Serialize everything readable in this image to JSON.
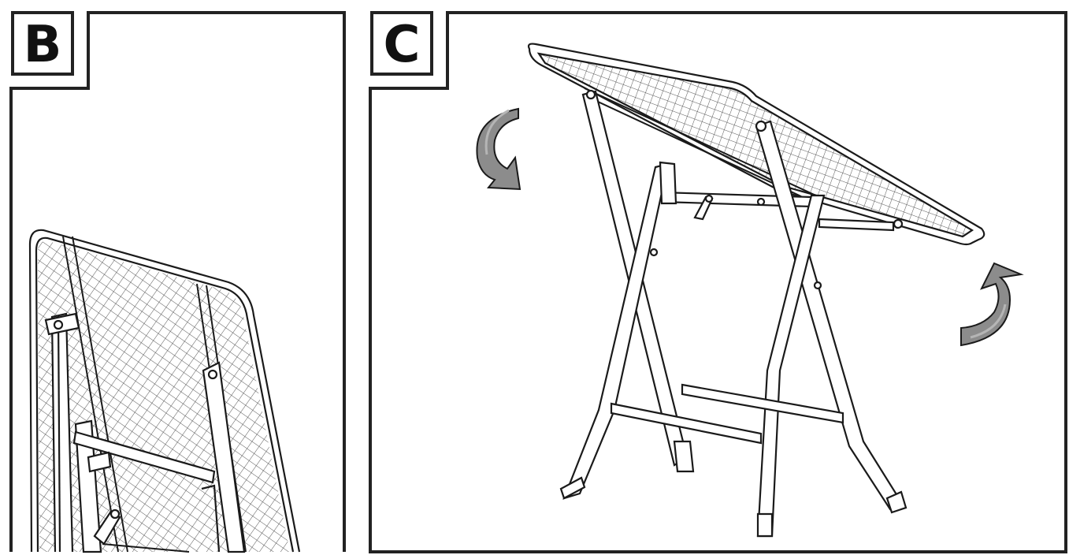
{
  "panels": [
    {
      "id": "B",
      "label": "B"
    },
    {
      "id": "C",
      "label": "C"
    }
  ],
  "colors": {
    "line": "#1a1a1a",
    "frame": "#222222",
    "arrow_fill": "#8c8c8c",
    "arrow_shade": "#b5b5b5",
    "mesh": "#555555",
    "background": "#ffffff"
  },
  "icons": [
    "curved-arrow-down-icon",
    "curved-arrow-up-icon"
  ]
}
